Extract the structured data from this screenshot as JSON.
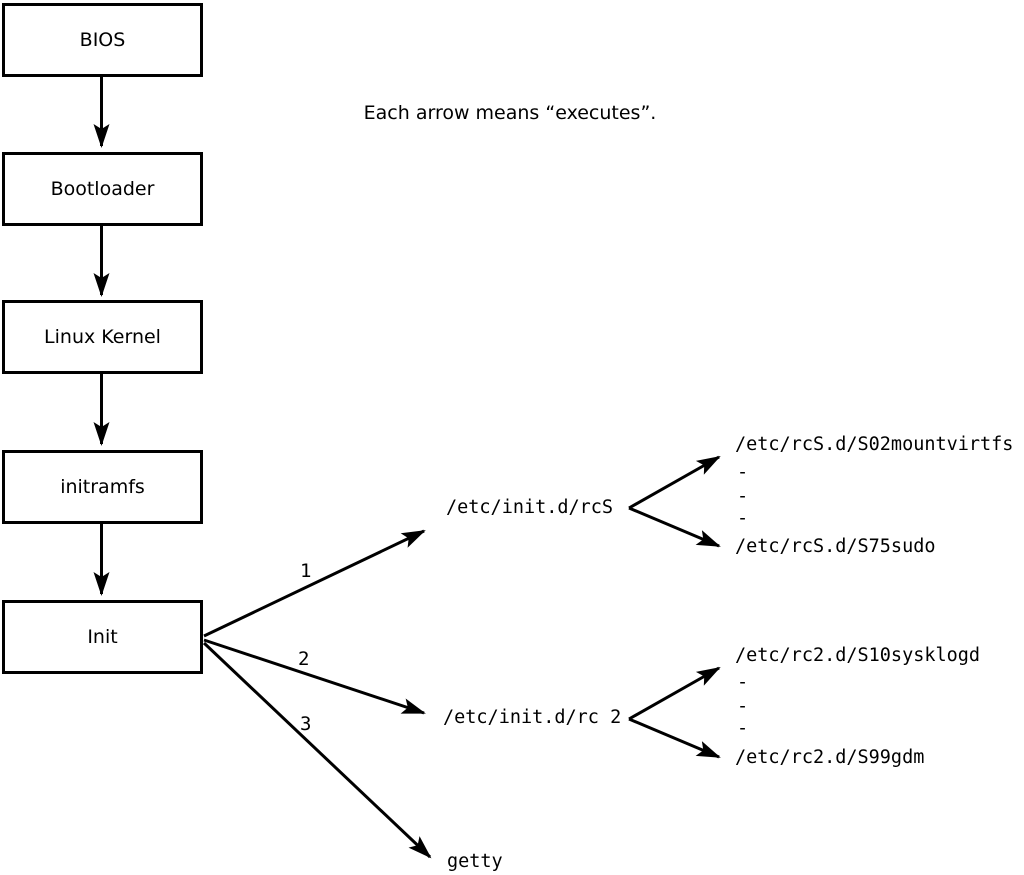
{
  "canvas": {
    "background_color": "#ffffff",
    "line_color": "#000000"
  },
  "note": "Each arrow means “executes”.",
  "boot_chain": {
    "boxes": [
      {
        "label": "BIOS"
      },
      {
        "label": "Bootloader"
      },
      {
        "label": "Linux Kernel"
      },
      {
        "label": "initramfs"
      },
      {
        "label": "Init"
      }
    ]
  },
  "init_edges": [
    {
      "label": "1",
      "target": "/etc/init.d/rcS"
    },
    {
      "label": "2",
      "target": "/etc/init.d/rc 2"
    },
    {
      "label": "3",
      "target": "getty"
    }
  ],
  "rcs_scripts": [
    "/etc/rcS.d/S02mountvirtfs",
    "-",
    "-",
    "-",
    "/etc/rcS.d/S75sudo"
  ],
  "rc2_scripts": [
    "/etc/rc2.d/S10sysklogd",
    "-",
    "-",
    "-",
    "/etc/rc2.d/S99gdm"
  ]
}
